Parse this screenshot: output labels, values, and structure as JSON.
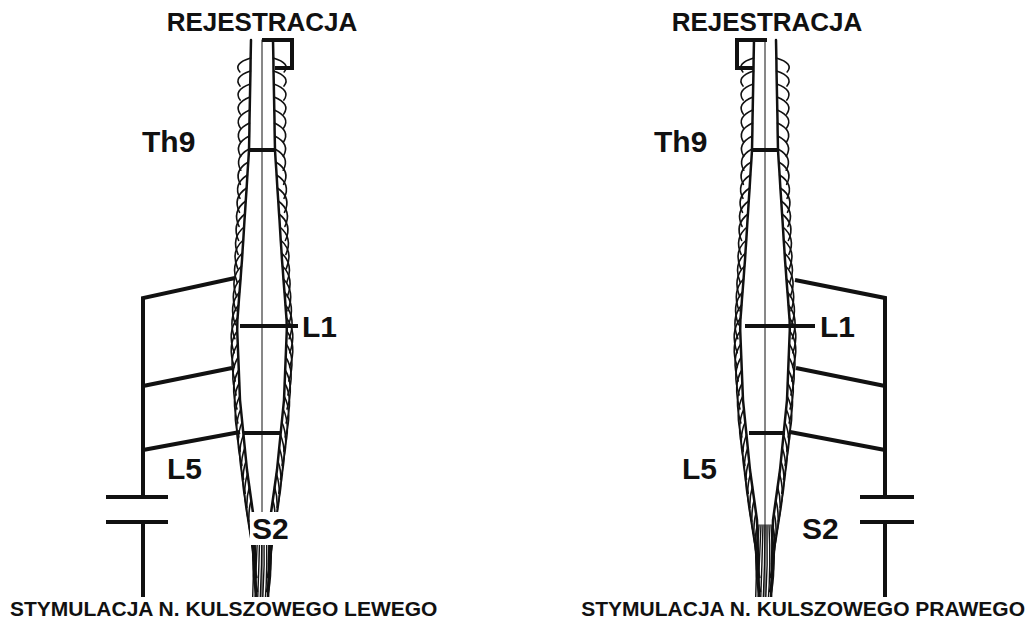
{
  "diagram": {
    "labels": [
      "REJESTRACJA",
      "Th9",
      "L1",
      "L5",
      "S2",
      "STYMULACJA N. KULSZOWEGO LEWEGO",
      "REJESTRACJA",
      "Th9",
      "L1",
      "L5",
      "S2",
      "STYMULACJA N. KULSZOWEGO PRAWEGO"
    ]
  }
}
